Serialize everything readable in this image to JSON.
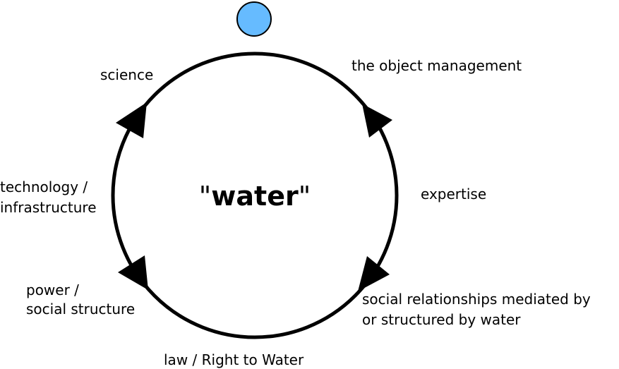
{
  "diagram": {
    "center_label": {
      "quote_open": "\"",
      "word": "water",
      "quote_close": "\""
    },
    "nodes": {
      "top_right": "the object management",
      "right": "expertise",
      "bottom_right_line1": "social relationships mediated by",
      "bottom_right_line2": "or structured by water",
      "bottom": "law / Right to Water",
      "bottom_left_line1": "power /",
      "bottom_left_line2": "social structure",
      "left_line1": "technology /",
      "left_line2": "infrastructure",
      "top_left": "science"
    },
    "colors": {
      "top_dot_fill": "#66bbff",
      "stroke": "#000000"
    }
  }
}
